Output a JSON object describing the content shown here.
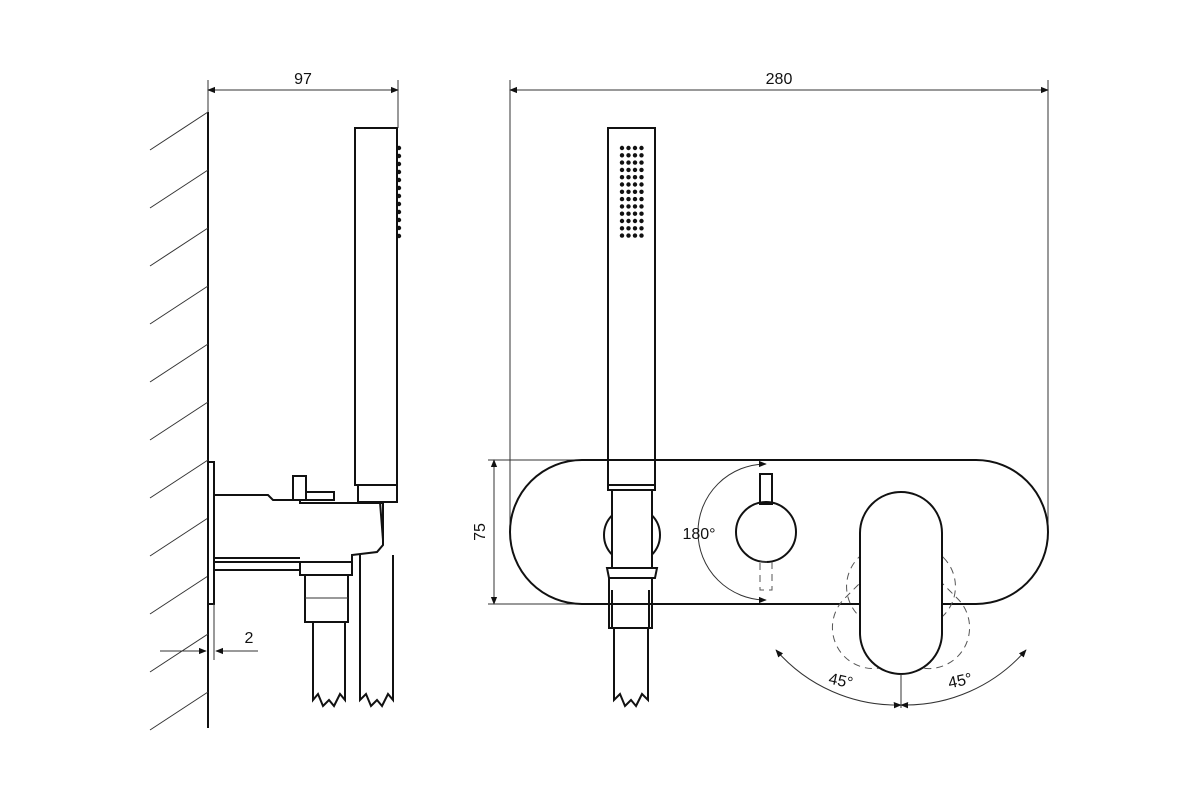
{
  "dimensions": {
    "side_depth": "97",
    "total_width": "280",
    "plate_height": "75",
    "wall_gap": "2"
  },
  "angles": {
    "diverter_rotation": "180°",
    "lever_left": "45°",
    "lever_right": "45°"
  },
  "colors": {
    "line": "#111111",
    "background": "#ffffff"
  }
}
